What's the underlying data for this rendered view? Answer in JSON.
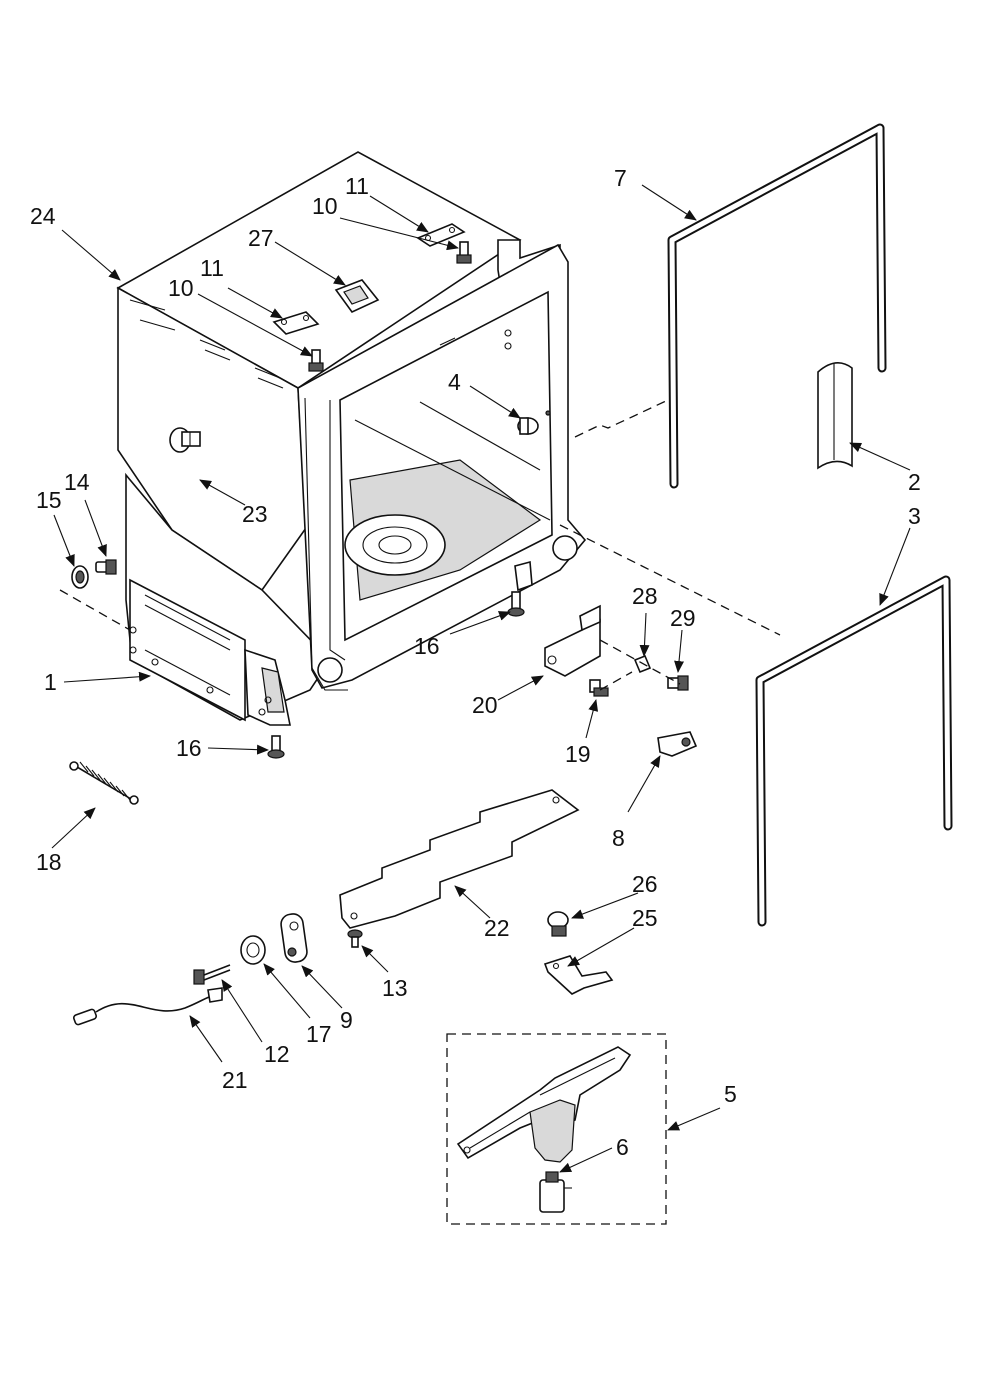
{
  "callouts": [
    {
      "id": "c1",
      "text": "1"
    },
    {
      "id": "c2",
      "text": "2"
    },
    {
      "id": "c3",
      "text": "3"
    },
    {
      "id": "c4",
      "text": "4"
    },
    {
      "id": "c5",
      "text": "5"
    },
    {
      "id": "c6",
      "text": "6"
    },
    {
      "id": "c7",
      "text": "7"
    },
    {
      "id": "c8",
      "text": "8"
    },
    {
      "id": "c9",
      "text": "9"
    },
    {
      "id": "c10a",
      "text": "10"
    },
    {
      "id": "c10b",
      "text": "10"
    },
    {
      "id": "c11a",
      "text": "11"
    },
    {
      "id": "c11b",
      "text": "11"
    },
    {
      "id": "c12",
      "text": "12"
    },
    {
      "id": "c13",
      "text": "13"
    },
    {
      "id": "c14",
      "text": "14"
    },
    {
      "id": "c15",
      "text": "15"
    },
    {
      "id": "c16a",
      "text": "16"
    },
    {
      "id": "c16b",
      "text": "16"
    },
    {
      "id": "c17",
      "text": "17"
    },
    {
      "id": "c18",
      "text": "18"
    },
    {
      "id": "c19",
      "text": "19"
    },
    {
      "id": "c20",
      "text": "20"
    },
    {
      "id": "c21",
      "text": "21"
    },
    {
      "id": "c22",
      "text": "22"
    },
    {
      "id": "c23",
      "text": "23"
    },
    {
      "id": "c24",
      "text": "24"
    },
    {
      "id": "c25",
      "text": "25"
    },
    {
      "id": "c26",
      "text": "26"
    },
    {
      "id": "c27",
      "text": "27"
    },
    {
      "id": "c28",
      "text": "28"
    },
    {
      "id": "c29",
      "text": "29"
    }
  ]
}
